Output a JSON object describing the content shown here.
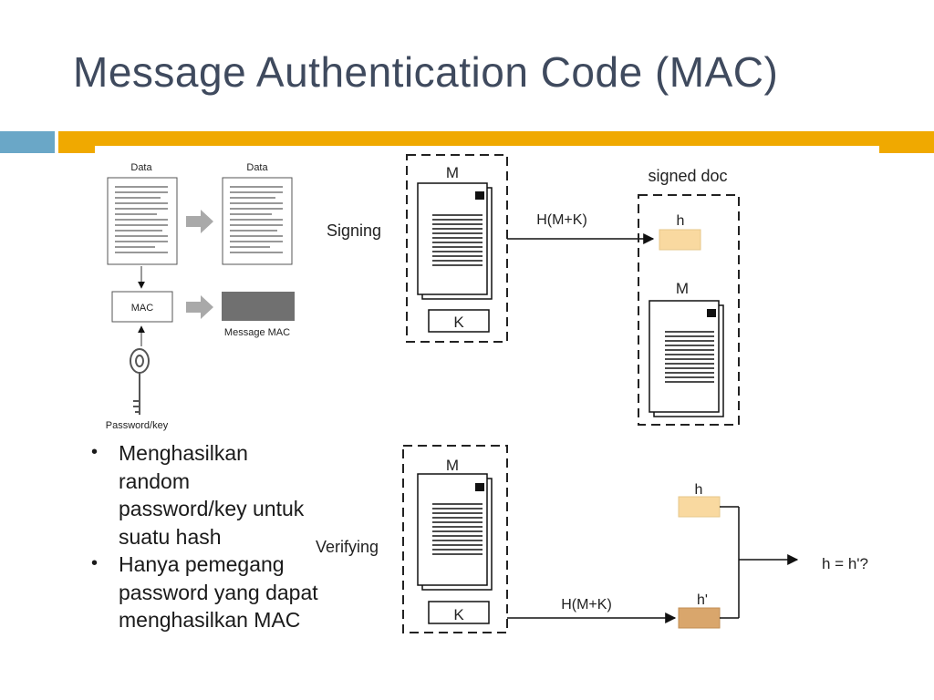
{
  "title": "Message Authentication Code (MAC)",
  "left_diagram": {
    "data_label_1": "Data",
    "data_label_2": "Data",
    "mac_label": "MAC",
    "message_mac_label": "Message MAC",
    "key_label": "Password/key"
  },
  "bullets": [
    "Menghasilkan random password/key untuk suatu hash",
    "Hanya pemegang password yang dapat menghasilkan MAC"
  ],
  "signing": {
    "row_label": "Signing",
    "message_label": "M",
    "key_label": "K",
    "arrow_label": "H(M+K)",
    "signed_doc_label": "signed doc",
    "hash_label": "h",
    "signed_message_label": "M"
  },
  "verifying": {
    "row_label": "Verifying",
    "message_label": "M",
    "key_label": "K",
    "arrow_label": "H(M+K)",
    "hash_label": "h",
    "hash_prime_label": "h'",
    "compare_label": "h = h'?"
  },
  "colors": {
    "title": "#3f4a5e",
    "accent_blue": "#6aa7c7",
    "accent_gold": "#f0a900",
    "hash_box": "#f9d9a0",
    "hash_prime_box": "#d9a66c",
    "mac_block": "#707070"
  }
}
